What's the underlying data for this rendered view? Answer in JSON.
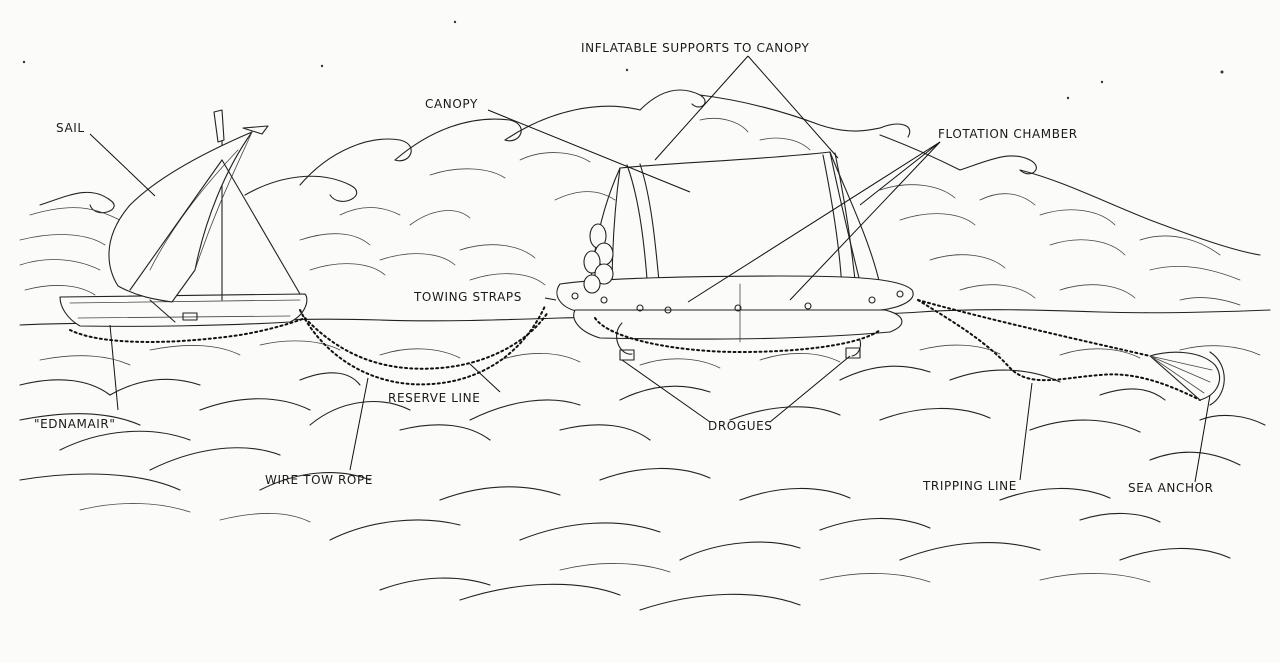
{
  "labels": {
    "inflatable_supports": "INFLATABLE SUPPORTS TO CANOPY",
    "canopy": "CANOPY",
    "flotation_chamber": "FLOTATION CHAMBER",
    "sail": "SAIL",
    "towing_straps": "TOWING STRAPS",
    "reserve_line": "RESERVE LINE",
    "ednamair": "\"EDNAMAIR\"",
    "drogues": "DROGUES",
    "wire_tow_rope": "WIRE TOW ROPE",
    "tripping_line": "TRIPPING LINE",
    "sea_anchor": "SEA ANCHOR"
  }
}
